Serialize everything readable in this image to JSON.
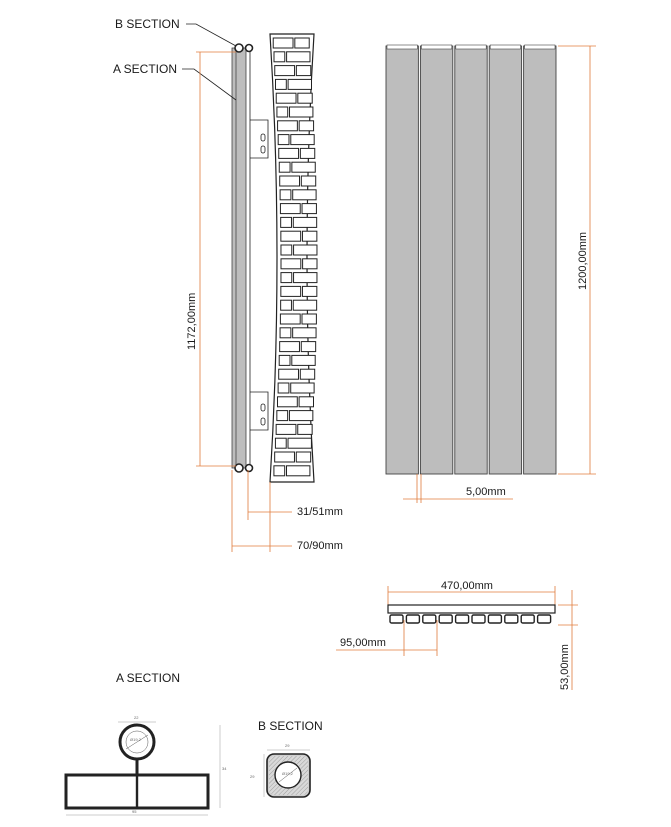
{
  "labels": {
    "b_section_top": "B SECTION",
    "a_section_top": "A SECTION",
    "a_section_bottom": "A SECTION",
    "b_section_bottom": "B SECTION"
  },
  "dimensions": {
    "side_height": "1172,00mm",
    "front_height": "1200,00mm",
    "gap_depth": "31/51mm",
    "total_depth": "70/90mm",
    "panel_gap": "5,00mm",
    "top_width": "470,00mm",
    "column_width": "95,00mm",
    "top_depth": "53,00mm"
  },
  "detail_dims": {
    "a_pipe_width": "22",
    "a_pipe_dia": "Ø19,2",
    "a_height": "34",
    "a_width": "95",
    "b_width": "29",
    "b_height": "29",
    "b_dia": "Ø19,2"
  },
  "colors": {
    "dimension_line": "#e07c3c",
    "panel_fill": "#bdbdbd"
  }
}
